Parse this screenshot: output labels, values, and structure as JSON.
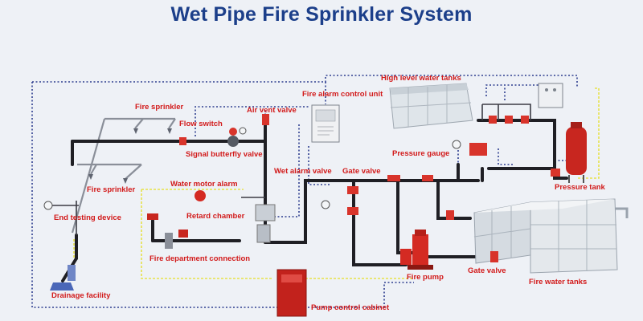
{
  "title": "Wet Pipe Fire Sprinkler System",
  "labels": {
    "high_level_water_tanks": "High level water tanks",
    "fire_alarm_control_unit": "Fire alarm control unit",
    "fire_sprinkler_top": "Fire sprinkler",
    "air_vent_valve": "Air vent valve",
    "flow_switch": "Flow switch",
    "signal_butterfly_valve": "Signal butterfly valve",
    "pressure_gauge": "Pressure gauge",
    "pressure_tank": "Pressure tank",
    "wet_alarm_valve": "Wet alarm valve",
    "gate_valve_top": "Gate valve",
    "fire_sprinkler_bottom": "Fire sprinkler",
    "water_motor_alarm": "Water motor alarm",
    "end_testing_device": "End testing device",
    "retard_chamber": "Retard chamber",
    "fire_department_connection": "Fire department connection",
    "fire_pump": "Fire pump",
    "gate_valve_bottom": "Gate valve",
    "fire_water_tanks": "Fire water tanks",
    "drainage_facility": "Drainage facility",
    "pump_control_cabinet": "Pump control cabinet"
  },
  "colors": {
    "title": "#1c3f8a",
    "label": "#d21a1a",
    "pipe": "#1f1f24",
    "valve": "#d8342b",
    "signal_wire": "#2f3f8f",
    "drain_wire": "#e7e24a"
  }
}
